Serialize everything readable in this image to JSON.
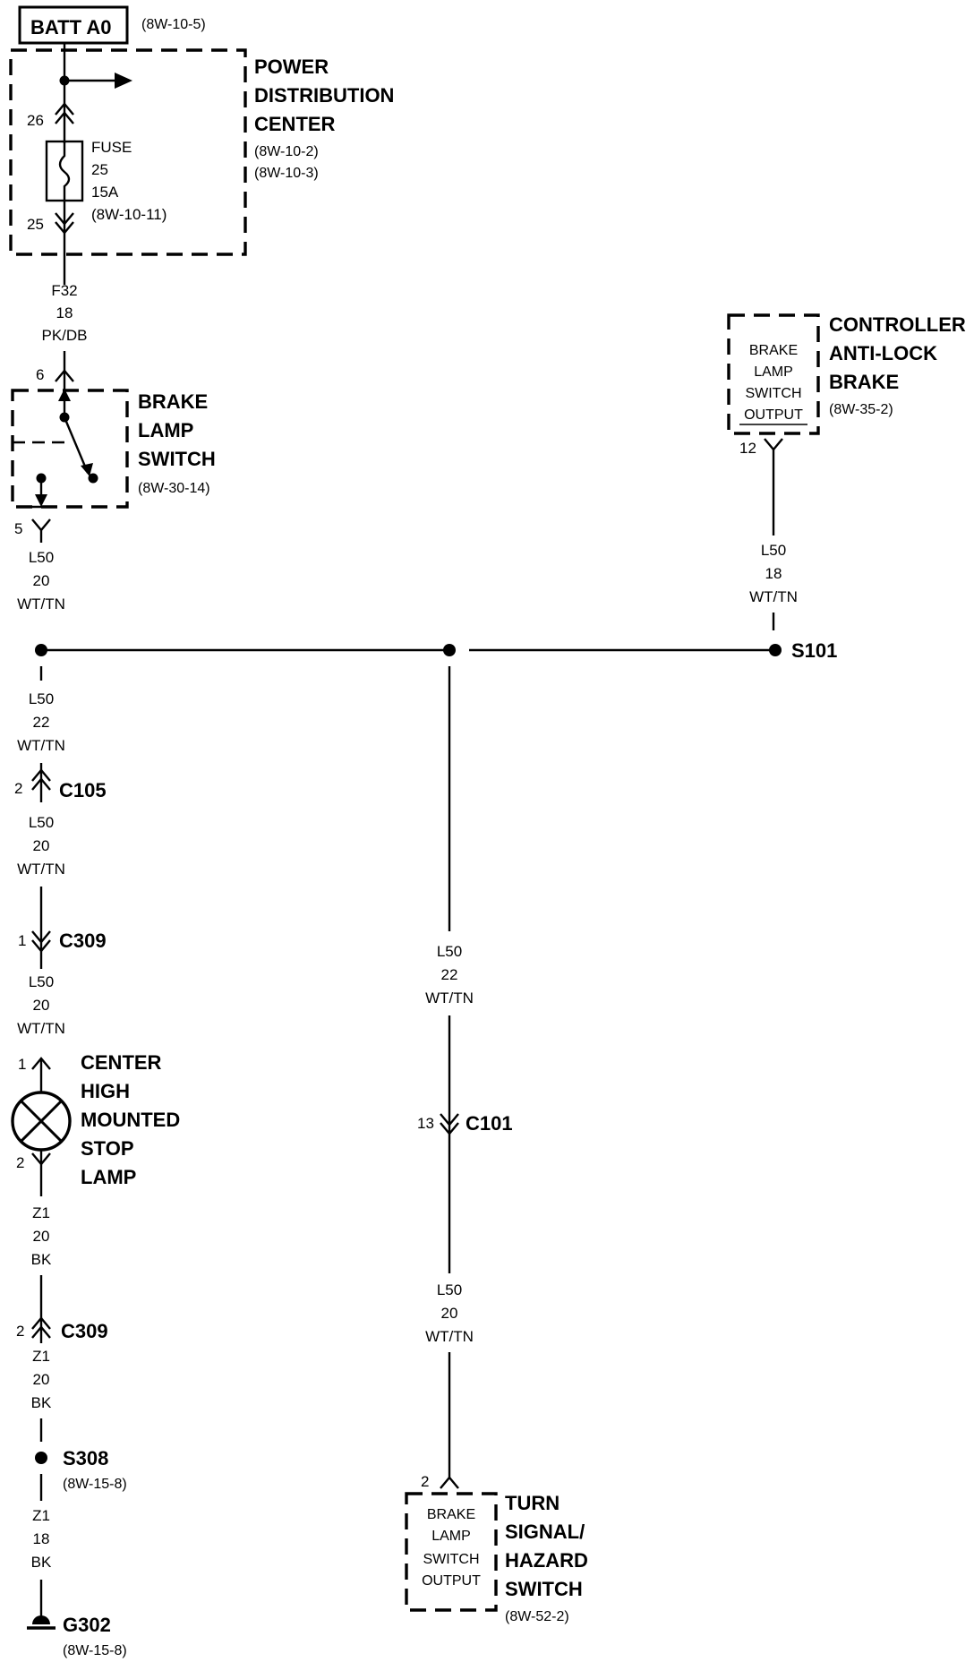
{
  "batt": {
    "label": "BATT A0",
    "ref": "(8W-10-5)"
  },
  "pdc": {
    "lines": [
      "POWER",
      "DISTRIBUTION",
      "CENTER"
    ],
    "refs": [
      "(8W-10-2)",
      "(8W-10-3)"
    ],
    "pin_top": "26",
    "pin_bottom": "25",
    "fuse_lines": [
      "FUSE",
      "25",
      "15A",
      "(8W-10-11)"
    ]
  },
  "wire_f32": [
    "F32",
    "18",
    "PK/DB"
  ],
  "brake_switch": {
    "lines": [
      "BRAKE",
      "LAMP",
      "SWITCH"
    ],
    "ref": "(8W-30-14)",
    "pin_in": "6",
    "pin_out": "5"
  },
  "wire_l50_a": [
    "L50",
    "20",
    "WT/TN"
  ],
  "wire_l50_b": [
    "L50",
    "22",
    "WT/TN"
  ],
  "c105": {
    "pin": "2",
    "label": "C105"
  },
  "wire_l50_c": [
    "L50",
    "20",
    "WT/TN"
  ],
  "c309_a": {
    "pin": "1",
    "label": "C309"
  },
  "wire_l50_d": [
    "L50",
    "20",
    "WT/TN"
  ],
  "chmsl": {
    "lines": [
      "CENTER",
      "HIGH",
      "MOUNTED",
      "STOP",
      "LAMP"
    ],
    "pin_in": "1",
    "pin_out": "2"
  },
  "wire_z1_a": [
    "Z1",
    "20",
    "BK"
  ],
  "c309_b": {
    "pin": "2",
    "label": "C309"
  },
  "wire_z1_b": [
    "Z1",
    "20",
    "BK"
  ],
  "s308": {
    "label": "S308",
    "ref": "(8W-15-8)"
  },
  "wire_z1_c": [
    "Z1",
    "18",
    "BK"
  ],
  "g302": {
    "label": "G302",
    "ref": "(8W-15-8)"
  },
  "abs_controller": {
    "lines": [
      "CONTROLLER",
      "ANTI-LOCK",
      "BRAKE"
    ],
    "ref": "(8W-35-2)",
    "box_lines": [
      "BRAKE",
      "LAMP",
      "SWITCH",
      "OUTPUT"
    ],
    "pin": "12"
  },
  "wire_l50_abs": [
    "L50",
    "18",
    "WT/TN"
  ],
  "s101": {
    "label": "S101"
  },
  "wire_l50_mid": [
    "L50",
    "22",
    "WT/TN"
  ],
  "c101": {
    "pin": "13",
    "label": "C101"
  },
  "wire_l50_mid2": [
    "L50",
    "20",
    "WT/TN"
  ],
  "turn_switch": {
    "lines": [
      "TURN",
      "SIGNAL/",
      "HAZARD",
      "SWITCH"
    ],
    "ref": "(8W-52-2)",
    "box_lines": [
      "BRAKE",
      "LAMP",
      "SWITCH",
      "OUTPUT"
    ],
    "pin": "2"
  }
}
